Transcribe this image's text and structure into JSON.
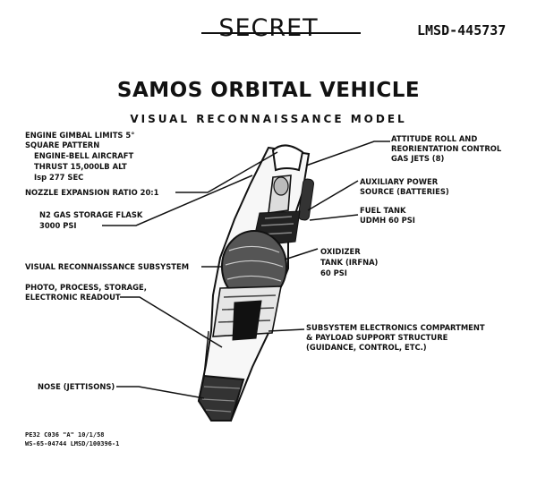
{
  "header": {
    "classification": "SECRET",
    "document_number": "LMSD-445737"
  },
  "title": "SAMOS ORBITAL VEHICLE",
  "subtitle": "VISUAL RECONNAISSANCE MODEL",
  "labels": {
    "engine_gimbal": "ENGINE GIMBAL LIMITS 5°",
    "square_pattern": "SQUARE PATTERN",
    "engine_bell": "ENGINE-BELL AIRCRAFT",
    "thrust": "THRUST 15,000LB ALT",
    "isp": "Isp 277 SEC",
    "nozzle": "NOZZLE EXPANSION RATIO 20:1",
    "gas_storage_1": "N2 GAS STORAGE FLASK",
    "gas_storage_2": "3000 PSI",
    "attitude_1": "ATTITUDE ROLL AND",
    "attitude_2": "REORIENTATION CONTROL",
    "attitude_3": "GAS JETS (8)",
    "aux_power_1": "AUXILIARY POWER",
    "aux_power_2": "SOURCE (BATTERIES)",
    "fuel_1": "FUEL TANK",
    "fuel_2": "UDMH 60 PSI",
    "oxidizer_1": "OXIDIZER",
    "oxidizer_2": "TANK (IRFNA)",
    "oxidizer_3": "60 PSI",
    "visual_subsystem": "VISUAL RECONNAISSANCE SUBSYSTEM",
    "photo_1": "PHOTO, PROCESS, STORAGE,",
    "photo_2": "ELECTRONIC READOUT",
    "subsystem_1": "SUBSYSTEM ELECTRONICS COMPARTMENT",
    "subsystem_2": "& PAYLOAD SUPPORT STRUCTURE",
    "subsystem_3": "(GUIDANCE, CONTROL, ETC.)",
    "nose": "NOSE (JETTISONS)"
  },
  "footer": {
    "line1": "PE32 C036 \"A\" 10/1/58",
    "line2": "WS-65-04744   LMSD/100396-1"
  }
}
